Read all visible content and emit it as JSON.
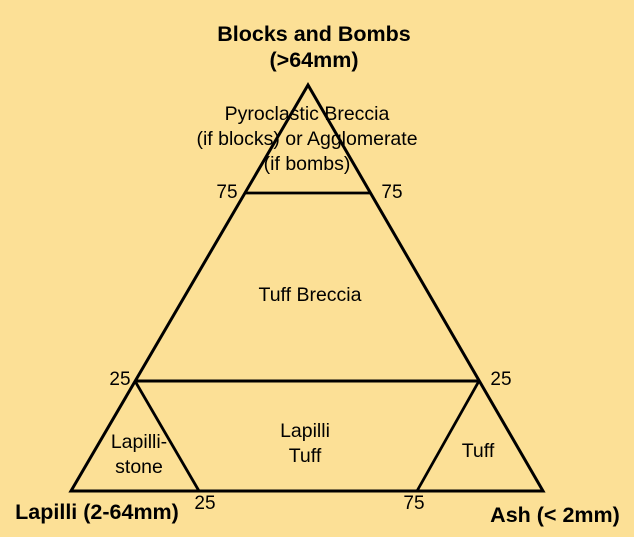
{
  "colors": {
    "background": "#FCE096",
    "line": "#000000",
    "text": "#000000"
  },
  "diagram": {
    "type": "ternary-classification",
    "apex_label": {
      "line1": "Blocks and Bombs",
      "line2": "(>64mm)"
    },
    "left_corner_label": "Lapilli (2-64mm)",
    "right_corner_label": "Ash (< 2mm)",
    "regions": {
      "top": {
        "line1": "Pyroclastic Breccia",
        "line2": "(if blocks) or Agglomerate",
        "line3": "(if bombs)"
      },
      "middle": {
        "label": "Tuff Breccia"
      },
      "lower_middle": {
        "line1": "Lapilli",
        "line2": "Tuff"
      },
      "lower_left": {
        "line1": "Lapilli-",
        "line2": "stone"
      },
      "lower_right": {
        "label": "Tuff"
      }
    },
    "ticks": {
      "left_edge_75": "75",
      "right_edge_75": "75",
      "left_edge_25": "25",
      "right_edge_25": "25",
      "bottom_edge_25": "25",
      "bottom_edge_75": "75"
    }
  }
}
